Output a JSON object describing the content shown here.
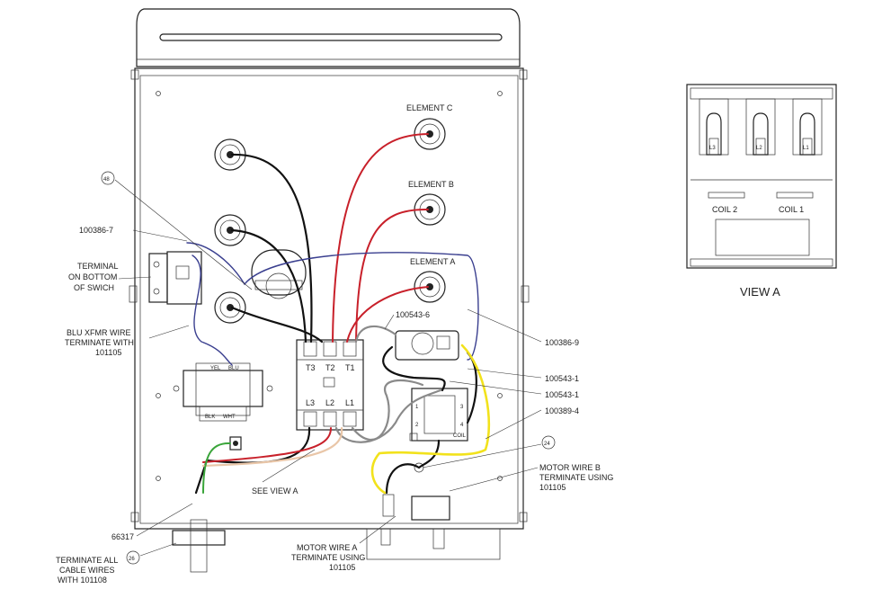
{
  "labels": {
    "element_c": "ELEMENT C",
    "element_b": "ELEMENT B",
    "element_a": "ELEMENT A",
    "part_100386_7": "100386-7",
    "terminal_1": "TERMINAL",
    "terminal_2": "ON BOTTOM",
    "terminal_3": "OF SWICH",
    "blu_1": "BLU XFMR WIRE",
    "blu_2": "TERMINATE WITH",
    "blu_3": "101105",
    "part_100543_6": "100543-6",
    "part_100386_9": "100386-9",
    "part_100543_1a": "100543-1",
    "part_100543_1b": "100543-1",
    "part_100389_4": "100389-4",
    "see_view_a": "SEE VIEW A",
    "part_66317": "66317",
    "terminate_1": "TERMINATE ALL",
    "terminate_2": "CABLE WIRES",
    "terminate_3": "WITH 101108",
    "motor_a_1": "MOTOR WIRE A",
    "motor_a_2": "TERMINATE USING",
    "motor_a_3": "101105",
    "motor_b_1": "MOTOR WIRE B",
    "motor_b_2": "TERMINATE USING",
    "motor_b_3": "101105",
    "view_a": "VIEW A"
  },
  "balloons": {
    "b48": "48",
    "b24": "24",
    "b26": "26"
  },
  "contactor": {
    "top_terminals": [
      "T3",
      "T2",
      "T1"
    ],
    "bottom_terminals": [
      "L3",
      "L2",
      "L1"
    ]
  },
  "view_a": {
    "terminals": [
      "L3",
      "L2",
      "L1"
    ],
    "coil_left": "COIL 2",
    "coil_right": "COIL 1"
  },
  "transformer": {
    "top_left": "YEL",
    "top_right": "BLU",
    "bottom_left": "BLK",
    "bottom_right": "WHT"
  },
  "relay": {
    "term_1": "1",
    "term_3": "3",
    "term_2": "2",
    "term_4": "4",
    "coil": "COIL"
  },
  "wire_colors": {
    "black": "#111111",
    "red": "#c8202a",
    "blue": "#3a3f8f",
    "yellow": "#f2e21c",
    "gray": "#8a8a8a",
    "green": "#3aa53a",
    "tan": "#e9c6a8"
  }
}
